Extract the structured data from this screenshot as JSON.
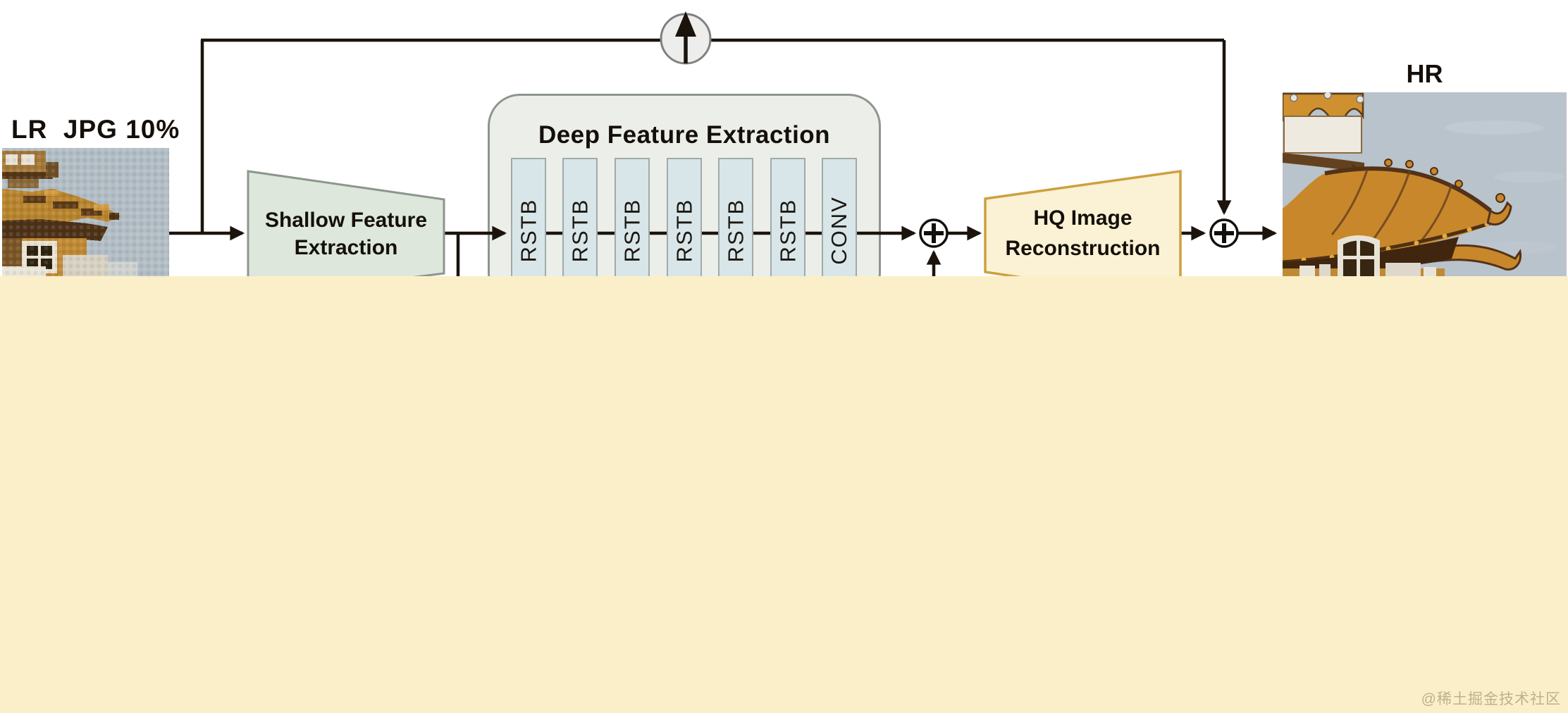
{
  "figure": {
    "type": "architecture-diagram",
    "watermark": "@稀土掘金技术社区"
  },
  "labels": {
    "lr_input": "LR  JPG 10%",
    "hr_output": "HR",
    "shallow_line1": "Shallow Feature",
    "shallow_line2": "Extraction",
    "deep_title": "Deep Feature Extraction",
    "hq_line1": "HQ Image",
    "hq_line2": "Reconstruction"
  },
  "blocks": {
    "sequence": [
      "RSTB",
      "RSTB",
      "RSTB",
      "RSTB",
      "RSTB",
      "RSTB",
      "CONV"
    ]
  },
  "icons": {
    "upsample": "up-arrow-in-circle",
    "add_1": "plus-in-circle",
    "add_2": "plus-in-circle"
  },
  "colors": {
    "line": "#1a140c",
    "shallow_fill": "#dde7dc",
    "shallow_stroke": "#8d968d",
    "deep_box_fill": "#ecefe9",
    "deep_box_stroke": "#8d968d",
    "bar_fill": "#d9e6e9",
    "bar_stroke": "#9faaa9",
    "hq_fill": "#fbf2d5",
    "hq_stroke": "#cda040",
    "upsample_circle_fill": "#ededec",
    "upsample_circle_stroke": "#7f8082",
    "overlay_band": "#fbefc9",
    "lr_sky": "#b2bdc5",
    "hr_sky": "#b9c3cb",
    "roof_orange": "#c8872a",
    "roof_dark": "#4f3014"
  }
}
